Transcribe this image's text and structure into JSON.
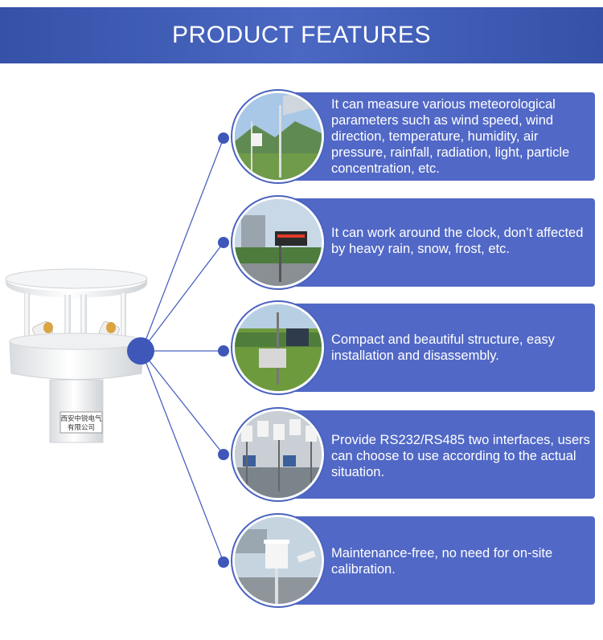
{
  "header": {
    "title": "PRODUCT FEATURES"
  },
  "device": {
    "label_line1": "西安中锐电气",
    "label_line2": "有限公司"
  },
  "features": [
    {
      "text": "It can measure various meteorological parameters such as wind speed, wind direction, temperature, humidity, air pressure, rainfall, radiation, light, particle concentration, etc."
    },
    {
      "text": "It can work around the clock, don’t affected by heavy rain, snow, frost, etc."
    },
    {
      "text": "Compact and beautiful structure, easy installation and disassembly."
    },
    {
      "text": "Provide RS232/RS485 two interfaces, users can choose to use according to the actual situation."
    },
    {
      "text": "Maintenance-free, no need for on-site calibration."
    }
  ],
  "colors": {
    "header_bg": "#3e5ab7",
    "box_bg": "#5168c6",
    "accent": "#3e57b8"
  }
}
